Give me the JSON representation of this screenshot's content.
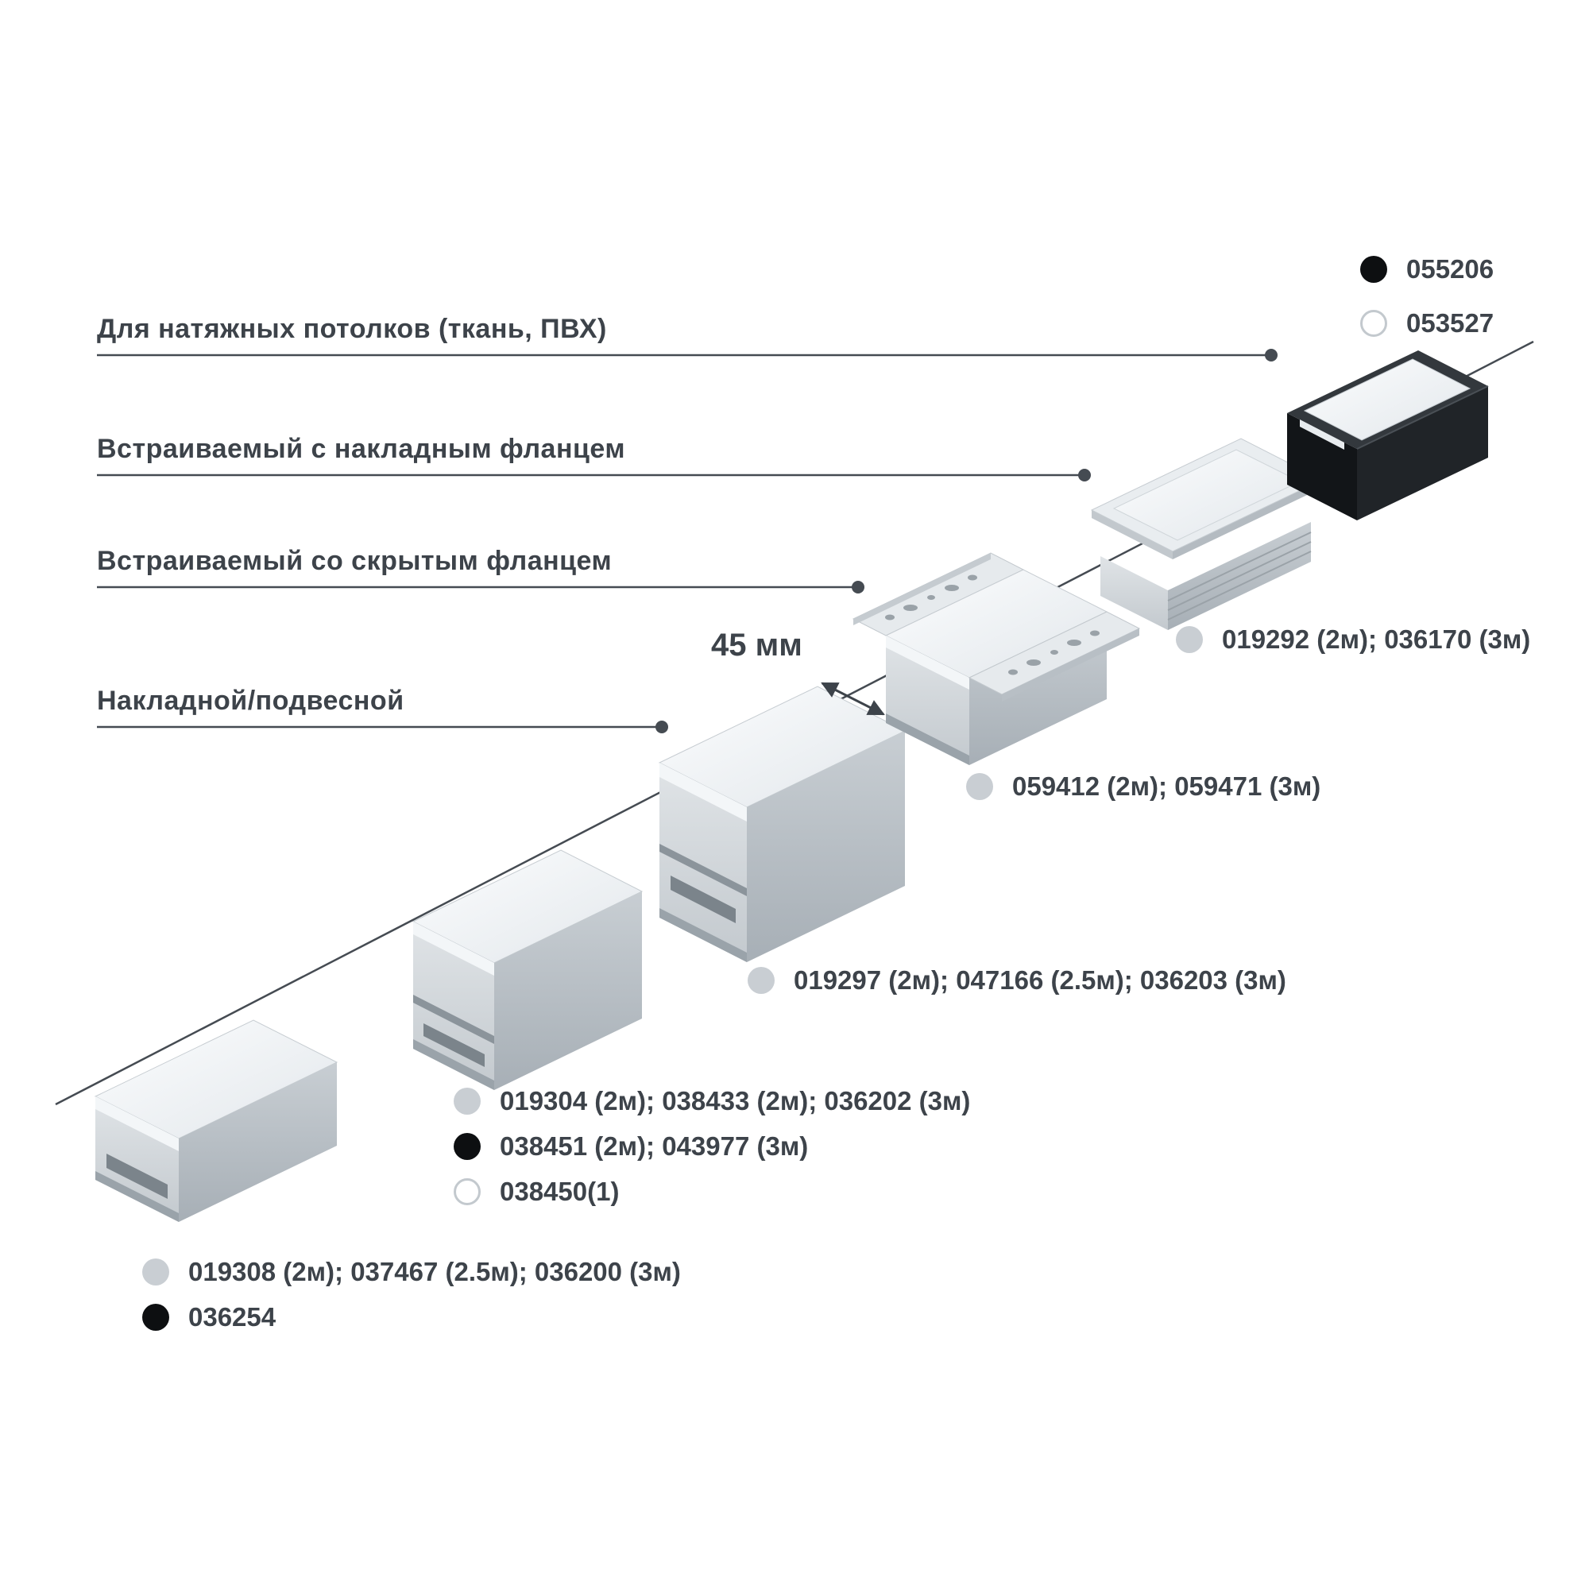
{
  "diagram": {
    "title": "LED aluminum profile lineup",
    "categories": [
      {
        "label": "Для натяжных потолков (ткань, ПВХ)"
      },
      {
        "label": "Встраиваемый с накладным фланцем"
      },
      {
        "label": "Встраиваемый со скрытым фланцем"
      },
      {
        "label": "Накладной/подвесной"
      }
    ],
    "dimension_label": "45 мм",
    "codes": [
      {
        "dot": "black",
        "text": "055206"
      },
      {
        "dot": "white",
        "text": "053527"
      },
      {
        "dot": "gray",
        "text": "019292 (2м); 036170 (3м)"
      },
      {
        "dot": "gray",
        "text": "059412 (2м); 059471 (3м)"
      },
      {
        "dot": "gray",
        "text": "019297 (2м); 047166 (2.5м); 036203 (3м)"
      },
      {
        "dot": "gray",
        "text": "019304 (2м); 038433 (2м); 036202 (3м)"
      },
      {
        "dot": "black",
        "text": "038451 (2м); 043977 (3м)"
      },
      {
        "dot": "white",
        "text": "038450(1)"
      },
      {
        "dot": "gray",
        "text": "019308 (2м); 037467 (2.5м); 036200 (3м)"
      },
      {
        "dot": "black",
        "text": "036254"
      }
    ],
    "profiles": [
      {
        "name": "surface-profile-low"
      },
      {
        "name": "surface-profile-medium"
      },
      {
        "name": "surface-profile-large"
      },
      {
        "name": "recessed-profile-hidden-flange"
      },
      {
        "name": "recessed-profile-surface-flange"
      },
      {
        "name": "stretch-ceiling-profile-black"
      }
    ],
    "colors": {
      "text": "#3d434a",
      "line": "#454b52",
      "dot_gray": "#c9ced3",
      "dot_black": "#0d0f11",
      "dot_white_border": "#c3c9ce",
      "diffuser_white": "#f5f8fa",
      "profile_gray": "#b9c0c6",
      "profile_black": "#1a1d20"
    }
  }
}
